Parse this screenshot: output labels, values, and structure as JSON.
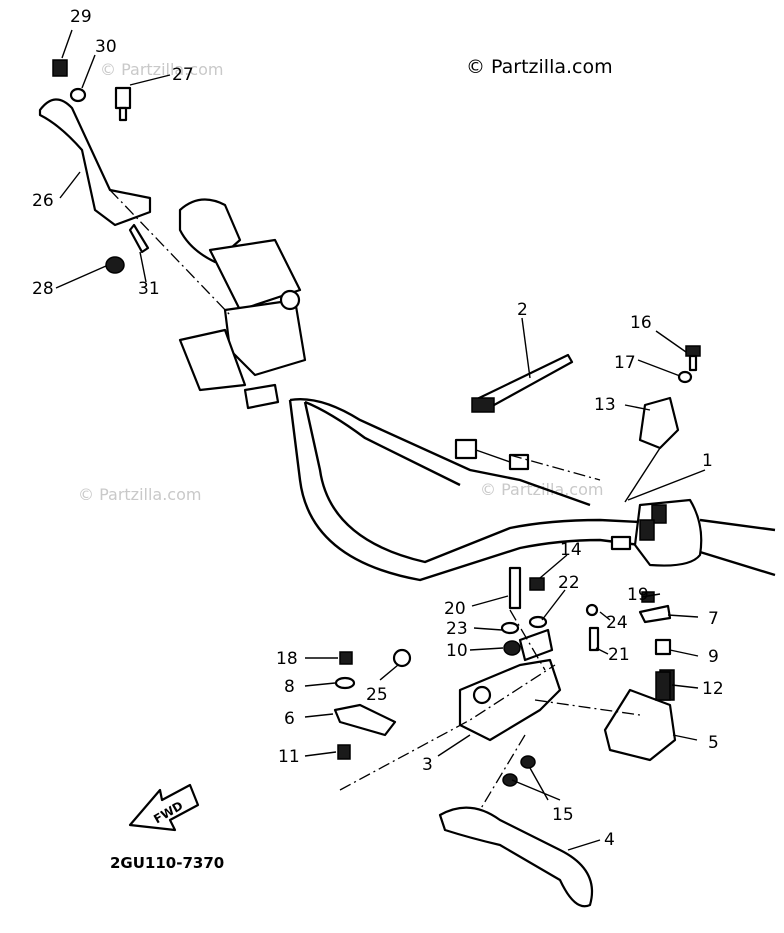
{
  "copyright": "© Partzilla.com",
  "watermark": "© Partzilla.com",
  "diagram_code": "2GU110-7370",
  "fwd_label": "FWD",
  "callouts": [
    "1",
    "2",
    "3",
    "4",
    "5",
    "6",
    "7",
    "8",
    "9",
    "10",
    "11",
    "12",
    "13",
    "14",
    "15",
    "16",
    "17",
    "18",
    "19",
    "20",
    "21",
    "22",
    "23",
    "24",
    "25",
    "26",
    "27",
    "28",
    "29",
    "30",
    "31"
  ]
}
